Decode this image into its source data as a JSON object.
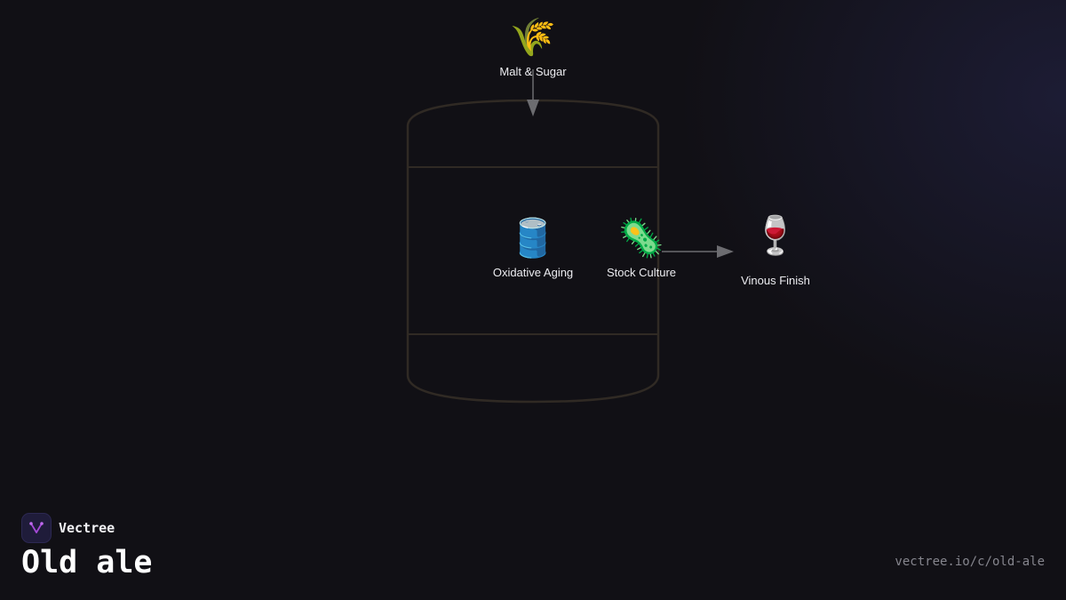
{
  "diagram": {
    "nodes": [
      {
        "id": "malt",
        "icon": "🌾",
        "icon_name": "wheat-icon",
        "label": "Malt & Sugar"
      },
      {
        "id": "aging",
        "icon": "🛢️",
        "icon_name": "oil-drum-icon",
        "label": "Oxidative Aging"
      },
      {
        "id": "culture",
        "icon": "🦠",
        "icon_name": "microbe-icon",
        "label": "Stock Culture"
      },
      {
        "id": "finish",
        "icon": "🍷",
        "icon_name": "wine-glass-icon",
        "label": "Vinous Finish"
      }
    ],
    "edges": [
      {
        "from": "malt",
        "to": "aging"
      },
      {
        "from": "culture",
        "to": "finish"
      }
    ],
    "colors": {
      "background": "#111015",
      "vessel_stroke": "#302a24",
      "arrow": "#6c6c70"
    }
  },
  "brand": {
    "name": "Vectree",
    "logo_icon": "vectree-logo-icon",
    "logo_color": "#a64ad8"
  },
  "page": {
    "title": "Old ale",
    "url": "vectree.io/c/old-ale"
  }
}
